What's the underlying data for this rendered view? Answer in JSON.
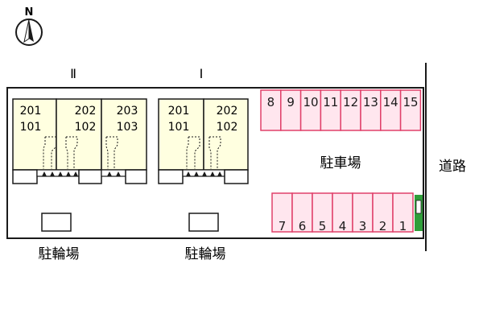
{
  "compass": {
    "label": "N",
    "icon": "north-arrow-icon"
  },
  "buildings": [
    {
      "label": "Ⅱ",
      "units": [
        {
          "upper": "201",
          "lower": "101"
        },
        {
          "upper": "202",
          "lower": "102"
        },
        {
          "upper": "203",
          "lower": "103"
        }
      ]
    },
    {
      "label": "Ⅰ",
      "units": [
        {
          "upper": "201",
          "lower": "101"
        },
        {
          "upper": "202",
          "lower": "102"
        }
      ]
    }
  ],
  "parking": {
    "label": "駐車場",
    "top_row": [
      "8",
      "9",
      "10",
      "11",
      "12",
      "13",
      "14",
      "15"
    ],
    "bottom_row": [
      "7",
      "6",
      "5",
      "4",
      "3",
      "2",
      "1"
    ]
  },
  "bike_parking": {
    "label": "駐輪場"
  },
  "road": {
    "label": "道路"
  },
  "colors": {
    "unit_fill": "#ffffe0",
    "parking_fill": "#ffe6ee",
    "parking_stroke": "#e0406a",
    "sign_fill": "#2f9e3a",
    "line": "#1a1a1a"
  }
}
